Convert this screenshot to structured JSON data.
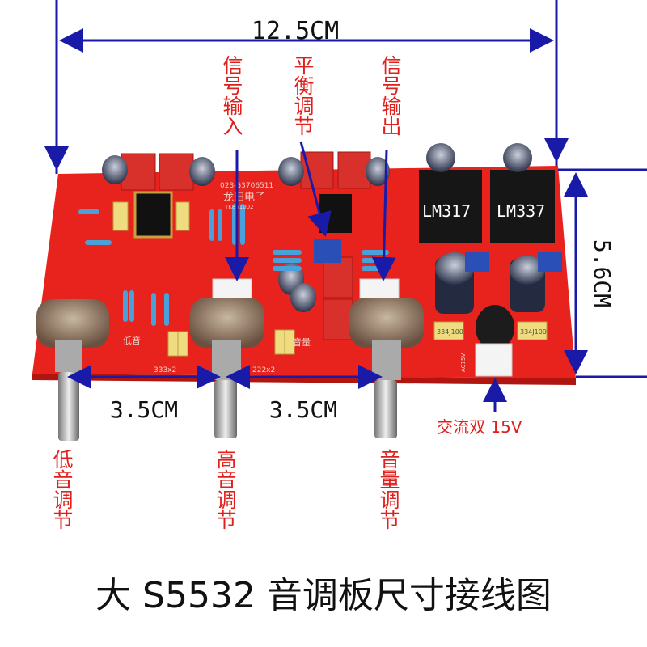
{
  "dimensions": {
    "width_label": "12.5CM",
    "height_label": "5.6CM",
    "spacing_left": "3.5CM",
    "spacing_right": "3.5CM"
  },
  "callouts": {
    "signal_input": "信号输入",
    "balance_adjust": "平衡调节",
    "signal_output": "信号输出",
    "bass_adjust": "低音调节",
    "treble_adjust": "高音调节",
    "volume_adjust": "音量调节",
    "ac_input": "交流双 15V"
  },
  "board": {
    "regulator_1": "LM317",
    "regulator_2": "LM337",
    "phone": "023-63706511",
    "maker": "龙田电子",
    "model": "TK861002",
    "bass_silk": "低音",
    "volume_silk": "音量",
    "cap_a": "333x2",
    "cap_b": "222x2",
    "cap_c": "334J100",
    "cap_d": "334J100",
    "connector_label": "AC15V"
  },
  "title": "大 S5532 音调板尺寸接线图",
  "colors": {
    "board": "#e8221c",
    "arrow": "#1a1aa8",
    "callout": "#e0201c"
  }
}
